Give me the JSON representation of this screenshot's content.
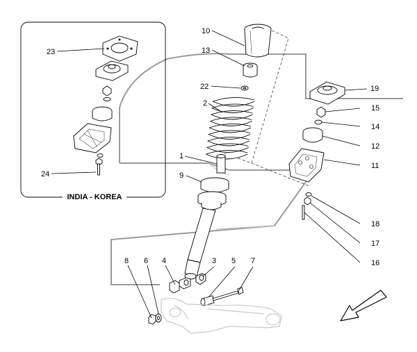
{
  "inset": {
    "title": "INDIA - KOREA"
  },
  "callouts": {
    "c1": "1",
    "c2": "2",
    "c3": "3",
    "c4": "4",
    "c5": "5",
    "c6": "6",
    "c7": "7",
    "c8": "8",
    "c9": "9",
    "c10": "10",
    "c11": "11",
    "c12": "12",
    "c13": "13",
    "c14": "14",
    "c15": "15",
    "c16": "16",
    "c17": "17",
    "c18": "18",
    "c19": "19",
    "c22": "22",
    "c23": "23",
    "c24": "24"
  },
  "icons": {
    "direction": "arrow-icon"
  }
}
